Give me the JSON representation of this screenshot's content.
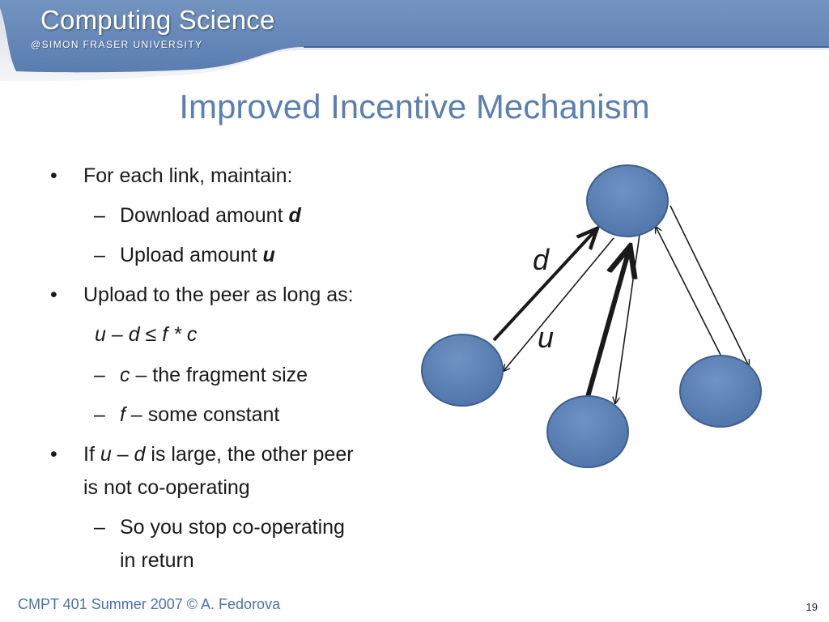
{
  "header": {
    "brand_title": "Computing Science",
    "brand_subtitle": "@SIMON FRASER UNIVERSITY",
    "banner_color": "#6486b6"
  },
  "slide": {
    "title": "Improved Incentive Mechanism",
    "bullets": {
      "b1": "For each link, maintain:",
      "b1_s1_text": "Download amount ",
      "b1_s1_var": "d",
      "b1_s2_text": "Upload amount ",
      "b1_s2_var": "u",
      "b2": "Upload to the peer as long as:",
      "formula_u": "u",
      "formula_minus": " – ",
      "formula_d": "d",
      "formula_le": " ≤ ",
      "formula_f": "f",
      "formula_times": " * ",
      "formula_c": "c",
      "b2_s1_var": "c –",
      "b2_s1_text": " the fragment size",
      "b2_s2_var": "f –",
      "b2_s2_text": " some constant",
      "b3_if": "If ",
      "b3_u": "u",
      "b3_dash": " – ",
      "b3_d": "d",
      "b3_rest": " is large, the other peer",
      "b3_line2": "is not co-operating",
      "b3_s1_line1": "So you stop co-operating",
      "b3_s1_line2": "in return"
    },
    "bullet_char": "•",
    "dash_char": "–"
  },
  "diagram": {
    "label_d": "d",
    "label_u": "u",
    "node_color": "#5b7fb0"
  },
  "footer": {
    "course": "CMPT 401 Summer 2007  © A. Fedorova",
    "page_number": "19"
  }
}
